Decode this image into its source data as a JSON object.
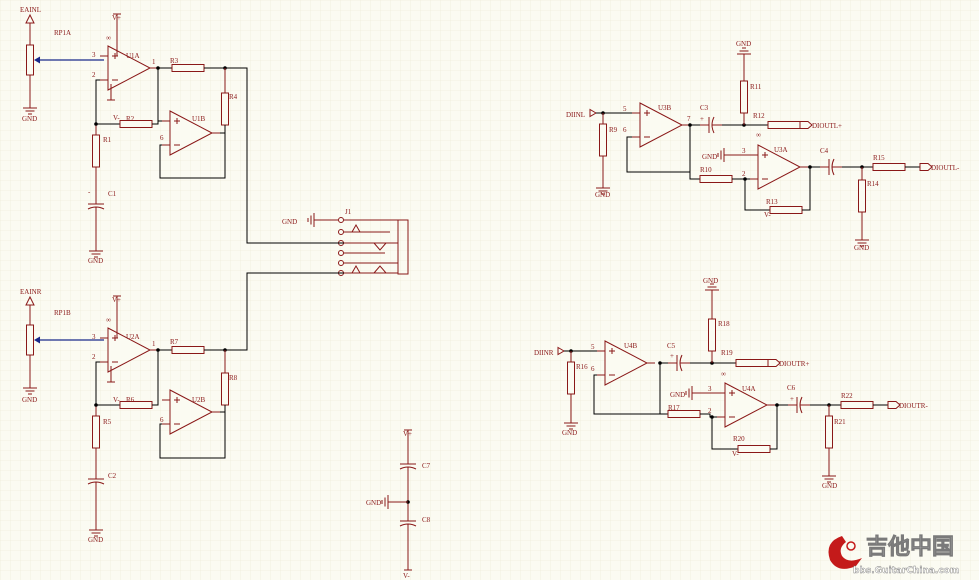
{
  "inputs": {
    "left": "EAINL",
    "right": "EAINR"
  },
  "outputs": {
    "l_pos": "DIOUTL+",
    "l_neg": "DIOUTL-",
    "r_pos": "DIOUTR+",
    "r_neg": "DIOUTR-"
  },
  "internal_nets": {
    "l": "DIINL",
    "r": "DIINR"
  },
  "power": {
    "gnd": "GND",
    "vplus": "V+",
    "vminus": "V-",
    "inf": "∞"
  },
  "connector": "J1",
  "opamps": [
    "U1A",
    "U1B",
    "U2A",
    "U2B",
    "U3B",
    "U3A",
    "U4B",
    "U4A"
  ],
  "pots": [
    "RP1A",
    "RP1B"
  ],
  "resistors": [
    "R1",
    "R2",
    "R3",
    "R4",
    "R5",
    "R6",
    "R7",
    "R8",
    "R9",
    "R10",
    "R11",
    "R12",
    "R13",
    "R14",
    "R15",
    "R16",
    "R17",
    "R18",
    "R19",
    "R20",
    "R21",
    "R22"
  ],
  "capacitors": [
    "C1",
    "C2",
    "C3",
    "C4",
    "C5",
    "C6",
    "C7",
    "C8"
  ],
  "pins": {
    "p1": "1",
    "p2": "2",
    "p3": "3",
    "p5": "5",
    "p6": "6",
    "p7": "7"
  },
  "sign": {
    "plus": "+",
    "minus": "-"
  },
  "watermark": {
    "name": "吉他中国",
    "url": "bbs.GuitarChina.com"
  }
}
